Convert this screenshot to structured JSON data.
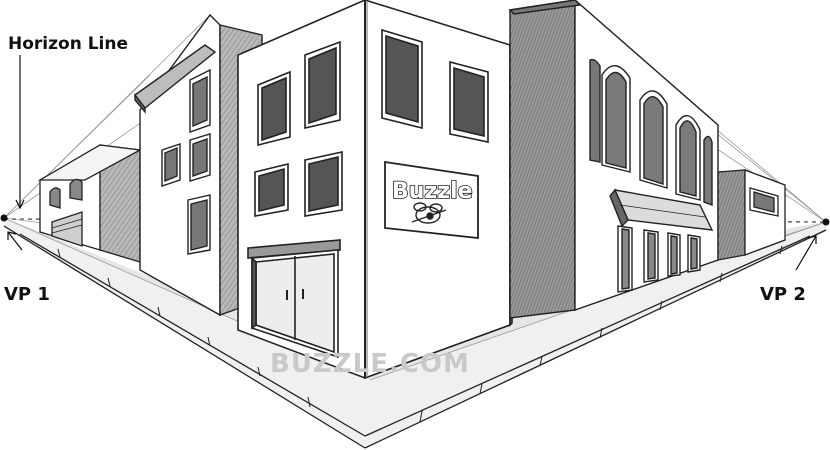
{
  "labels": {
    "horizon": "Horizon Line",
    "vp1": "VP 1",
    "vp2": "VP 2"
  },
  "sign": {
    "text": "Buzzle"
  },
  "watermark": "BUZZLE.COM",
  "colors": {
    "ink": "#222222",
    "shade_dark": "#8a8a8a",
    "shade_mid": "#b4b4b4",
    "shade_light": "#d9d9d9",
    "paper": "#ffffff"
  }
}
